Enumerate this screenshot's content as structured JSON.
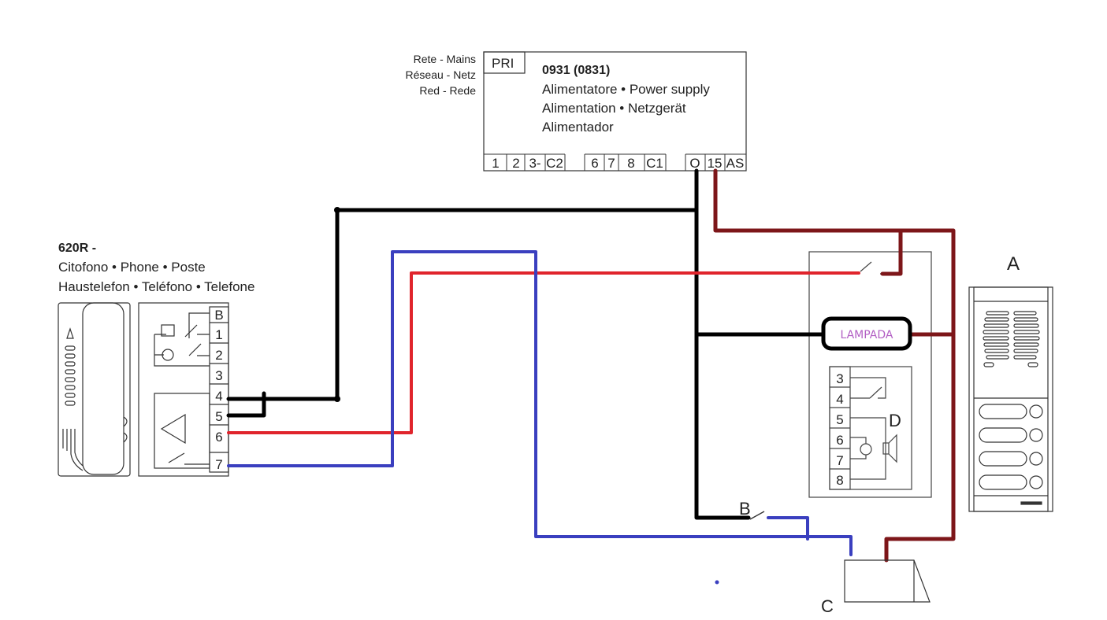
{
  "mains_label": [
    "Rete - Mains",
    "Réseau - Netz",
    "Red - Rede"
  ],
  "power_supply": {
    "pri": "PRI",
    "model": "0931 (0831)",
    "desc": [
      "Alimentatore • Power supply",
      "Alimentation • Netzgerät",
      "Alimentador"
    ],
    "terminals": [
      "1",
      "2",
      "3-",
      "C2",
      "6",
      "7",
      "8",
      "C1",
      "O",
      "15",
      "AS"
    ]
  },
  "phone": {
    "model": "620R -",
    "desc": [
      "Citofono • Phone • Poste",
      "Haustelefon • Teléfono • Telefone"
    ],
    "terminals": [
      "B",
      "1",
      "2",
      "3",
      "4",
      "5",
      "6",
      "7"
    ]
  },
  "lamp_label": "LAMPADA",
  "module_d": {
    "label": "D",
    "terminals": [
      "3",
      "4",
      "5",
      "6",
      "7",
      "8"
    ]
  },
  "labels": {
    "a": "A",
    "b": "B",
    "c": "C"
  },
  "colors": {
    "black": "#000000",
    "dark_red": "#7d1619",
    "red": "#e0242c",
    "blue": "#3a3fbf",
    "lamp_text": "#b25fc4"
  }
}
